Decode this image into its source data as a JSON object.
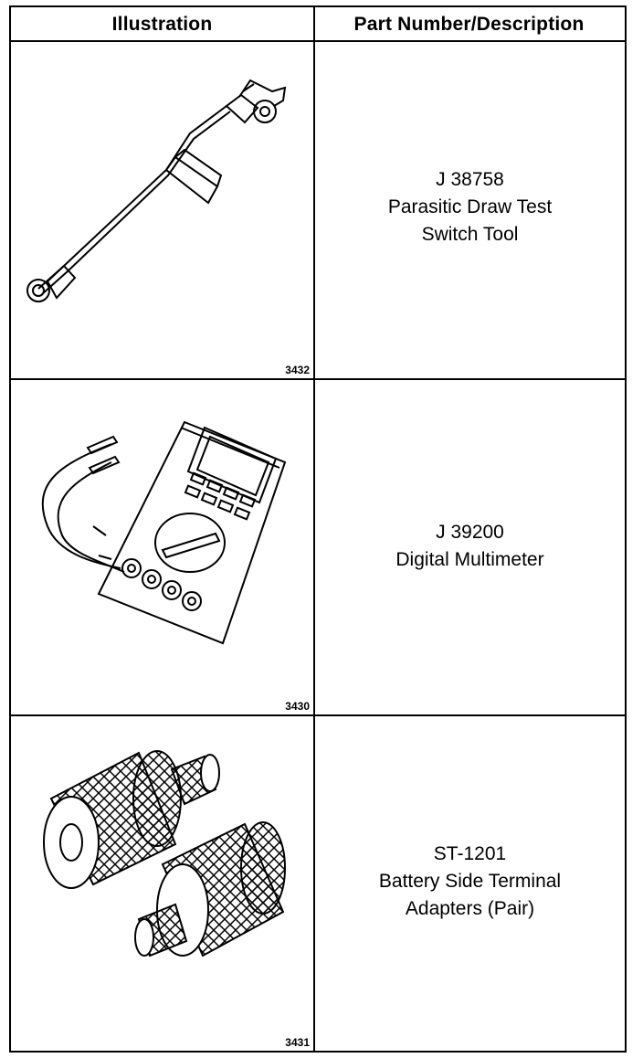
{
  "table": {
    "headers": {
      "illustration": "Illustration",
      "part": "Part Number/Description"
    },
    "rows": [
      {
        "figure_number": "3432",
        "part_number": "J 38758",
        "description_lines": [
          "Parasitic Draw Test",
          "Switch Tool"
        ],
        "illustration_icon": "parasitic-draw-switch-icon"
      },
      {
        "figure_number": "3430",
        "part_number": "J 39200",
        "description_lines": [
          "Digital Multimeter"
        ],
        "illustration_icon": "digital-multimeter-icon"
      },
      {
        "figure_number": "3431",
        "part_number": "ST-1201",
        "description_lines": [
          "Battery Side Terminal",
          "Adapters (Pair)"
        ],
        "illustration_icon": "terminal-adapters-icon"
      }
    ]
  }
}
